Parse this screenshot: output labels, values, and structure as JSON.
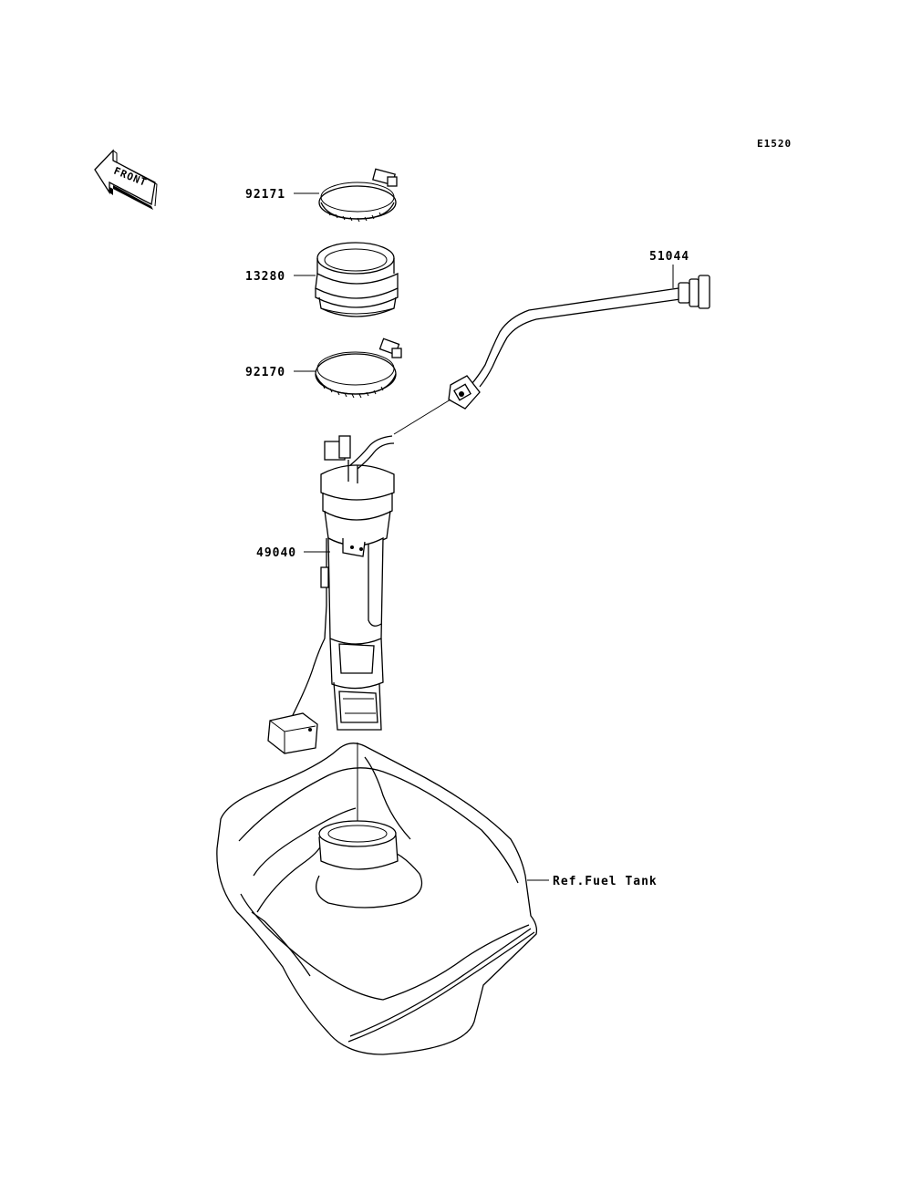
{
  "diagram_code": "E1520",
  "front_indicator": "FRONT",
  "parts": [
    {
      "number": "92171"
    },
    {
      "number": "13280"
    },
    {
      "number": "92170"
    },
    {
      "number": "51044"
    },
    {
      "number": "49040"
    }
  ],
  "reference_label": "Ref.Fuel Tank"
}
